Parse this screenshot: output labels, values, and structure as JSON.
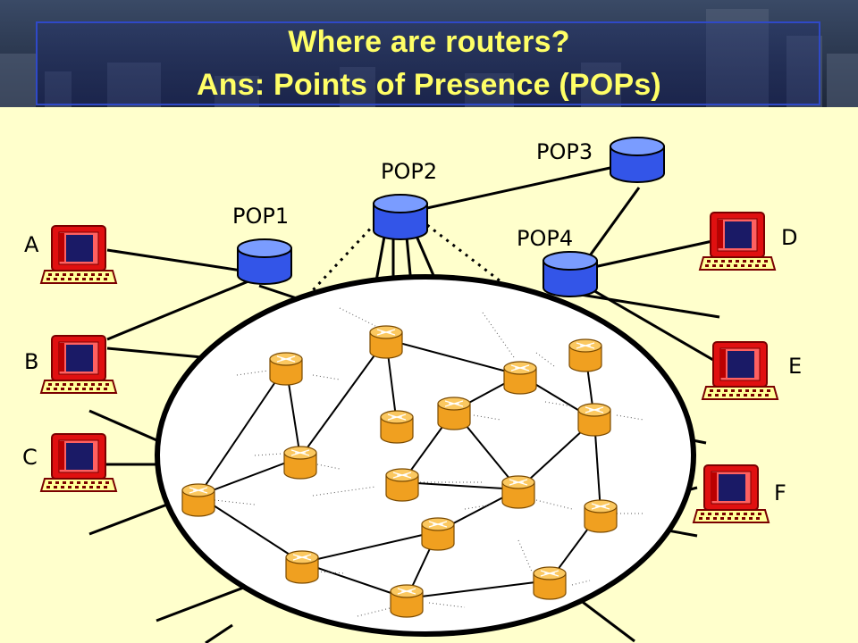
{
  "slide": {
    "title_line1": "Where are routers?",
    "title_line2": "Ans: Points of Presence (POPs)"
  },
  "pops": [
    "POP1",
    "POP2",
    "POP3",
    "POP4"
  ],
  "hosts": [
    "A",
    "B",
    "C",
    "D",
    "E",
    "F"
  ],
  "colors": {
    "title_text": "#ffff66",
    "title_border": "#2f49c8",
    "panel_background": "#ffffcc",
    "pop_fill": "#5a7df5",
    "router_fill": "#f0a020",
    "computer_body": "#e01010",
    "keyboard_fill": "#ffff99",
    "screen_fill": "#1a1a66"
  },
  "icons": {
    "pop": "database-cylinder-icon",
    "router": "router-icon",
    "host": "computer-icon"
  }
}
